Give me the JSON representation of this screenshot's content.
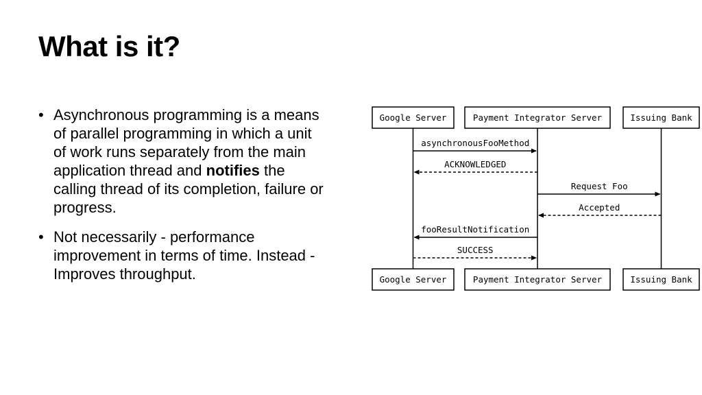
{
  "slide": {
    "title": "What is it?",
    "bullets": [
      {
        "before": "Asynchronous programming is a means of parallel programming in which a unit of work runs separately from the main application thread and ",
        "bold": "notifies",
        "after": " the calling thread of its completion, failure or progress."
      },
      {
        "text": "Not necessarily - performance improvement in terms of time. Instead - Improves throughput."
      }
    ]
  },
  "diagram": {
    "participants": [
      "Google Server",
      "Payment Integrator Server",
      "Issuing Bank"
    ],
    "messages": [
      {
        "label": "asynchronousFooMethod",
        "from": 0,
        "to": 1,
        "style": "solid"
      },
      {
        "label": "ACKNOWLEDGED",
        "from": 1,
        "to": 0,
        "style": "dashed"
      },
      {
        "label": "Request Foo",
        "from": 1,
        "to": 2,
        "style": "solid"
      },
      {
        "label": "Accepted",
        "from": 2,
        "to": 1,
        "style": "dashed"
      },
      {
        "label": "fooResultNotification",
        "from": 1,
        "to": 0,
        "style": "solid"
      },
      {
        "label": "SUCCESS",
        "from": 0,
        "to": 1,
        "style": "dashed"
      }
    ]
  }
}
